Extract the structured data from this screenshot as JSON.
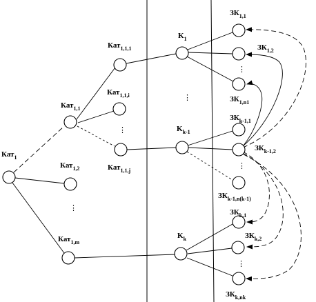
{
  "diagram": {
    "nodes": [
      {
        "id": "kat1",
        "label": {
          "main": "Кат",
          "sub": "1"
        }
      },
      {
        "id": "kat11",
        "label": {
          "main": "Кат",
          "sub": "1,1"
        }
      },
      {
        "id": "kat12",
        "label": {
          "main": "Кат",
          "sub": "1,2"
        }
      },
      {
        "id": "kat1m",
        "label": {
          "main": "Кат",
          "sub": "1,m"
        }
      },
      {
        "id": "kat111",
        "label": {
          "main": "Кат",
          "sub": "1,1,1"
        }
      },
      {
        "id": "kat11i",
        "label": {
          "main": "Кат",
          "sub": "1,1,i"
        }
      },
      {
        "id": "kat11j",
        "label": {
          "main": "Кат",
          "sub": "1,1,j"
        }
      },
      {
        "id": "K1",
        "label": {
          "main": "K",
          "sub": "1"
        }
      },
      {
        "id": "Kk1",
        "label": {
          "main": "K",
          "sub": "k-1"
        }
      },
      {
        "id": "Kk",
        "label": {
          "main": "K",
          "sub": "k"
        }
      },
      {
        "id": "zk11",
        "label": {
          "main": "ЗК",
          "sub": "1,1"
        }
      },
      {
        "id": "zk12",
        "label": {
          "main": "ЗК",
          "sub": "1,2"
        }
      },
      {
        "id": "zk1n1",
        "label": {
          "main": "ЗК",
          "sub": "1,n1"
        }
      },
      {
        "id": "zkk11",
        "label": {
          "main": "ЗК",
          "sub": "k-1,1"
        }
      },
      {
        "id": "zkk12",
        "label": {
          "main": "ЗК",
          "sub": "k-1,2"
        }
      },
      {
        "id": "zkk1n",
        "label": {
          "main": "ЗК",
          "sub": "k-1,n(k-1)"
        }
      },
      {
        "id": "zkk_1",
        "label": {
          "main": "ЗК",
          "sub": "k,1"
        }
      },
      {
        "id": "zkk_2",
        "label": {
          "main": "ЗК",
          "sub": "k,2"
        }
      },
      {
        "id": "zkknk",
        "label": {
          "main": "ЗК",
          "sub": "k,nk"
        }
      }
    ],
    "ellipsis": "⋮"
  }
}
